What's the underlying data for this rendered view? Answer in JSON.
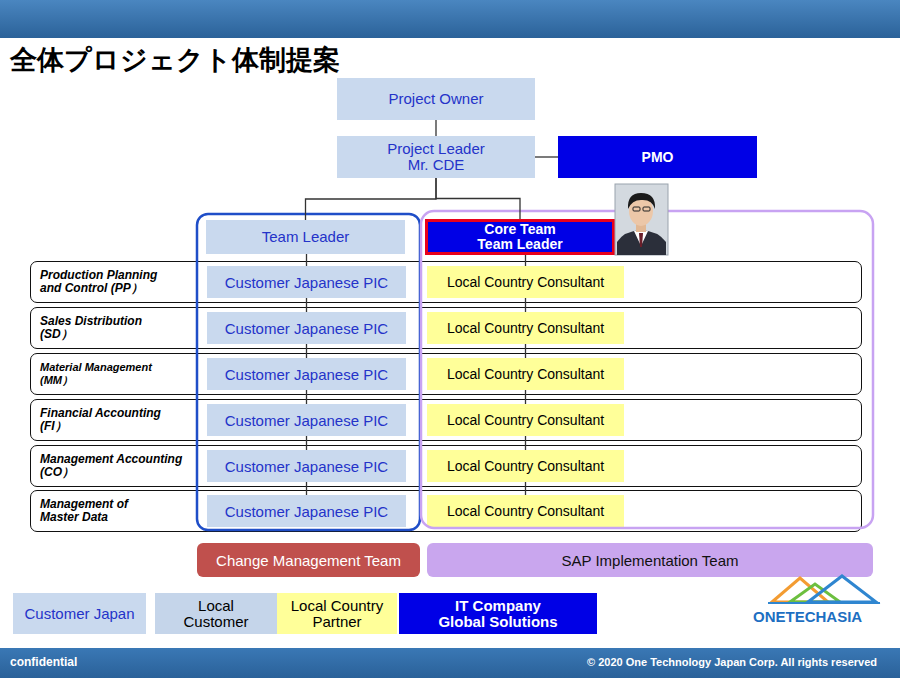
{
  "diagram": {
    "title": "全体プロジェクト体制提案",
    "nodes": [
      {
        "text": [
          "Project Owner"
        ]
      },
      {
        "text": [
          "Project Leader Mr. CDE"
        ]
      },
      {
        "text": [
          "PMO"
        ]
      },
      {
        "text": [
          "Team Leader"
        ]
      },
      {
        "text": [
          "Core Team Team Leader"
        ]
      },
      {
        "text": [
          "Production Planning and Control (PP）"
        ]
      },
      {
        "text": [
          "Customer Japanese PIC"
        ],
        "in": 5
      },
      {
        "text": [
          "Local Country Consultant"
        ],
        "in": 5
      },
      {
        "text": [
          "Sales Distribution (SD）"
        ]
      },
      {
        "text": [
          "Customer Japanese PIC"
        ],
        "in": 8
      },
      {
        "text": [
          "Local Country Consultant"
        ],
        "in": 8
      },
      {
        "text": [
          "Material Management (MM）"
        ]
      },
      {
        "text": [
          "Customer Japanese PIC"
        ],
        "in": 11
      },
      {
        "text": [
          "Local Country Consultant"
        ],
        "in": 11
      },
      {
        "text": [
          "Financial Accounting (FI）"
        ]
      },
      {
        "text": [
          "Customer Japanese PIC"
        ],
        "in": 14
      },
      {
        "text": [
          "Local Country Consultant"
        ],
        "in": 14
      },
      {
        "text": [
          "Management Accounting (CO）"
        ]
      },
      {
        "text": [
          "Customer Japanese PIC"
        ],
        "in": 17
      },
      {
        "text": [
          "Local Country Consultant"
        ],
        "in": 17
      },
      {
        "text": [
          "Management of Master Data"
        ]
      },
      {
        "text": [
          "Customer Japanese PIC"
        ],
        "in": 20
      },
      {
        "text": [
          "Local Country Consultant"
        ],
        "in": 20
      },
      {
        "text": [
          "Change Management Team"
        ]
      },
      {
        "text": [
          "SAP Implementation Team"
        ]
      }
    ],
    "edges": [
      {
        "from": 0,
        "to": 1,
        "arrow": "none"
      },
      {
        "from": 1,
        "to": 2,
        "arrow": "none"
      },
      {
        "from": 1,
        "to": 3,
        "arrow": "none"
      },
      {
        "from": 1,
        "to": 4,
        "arrow": "none"
      },
      {
        "from": 3,
        "to": 6,
        "arrow": "none"
      },
      {
        "from": 6,
        "to": 9,
        "arrow": "none"
      },
      {
        "from": 9,
        "to": 12,
        "arrow": "none"
      },
      {
        "from": 12,
        "to": 15,
        "arrow": "none"
      },
      {
        "from": 15,
        "to": 18,
        "arrow": "none"
      },
      {
        "from": 18,
        "to": 21,
        "arrow": "none"
      },
      {
        "from": 4,
        "to": 7,
        "arrow": "none"
      },
      {
        "from": 7,
        "to": 10,
        "arrow": "none"
      },
      {
        "from": 10,
        "to": 13,
        "arrow": "none"
      },
      {
        "from": 13,
        "to": 16,
        "arrow": "none"
      },
      {
        "from": 16,
        "to": 19,
        "arrow": "none"
      },
      {
        "from": 19,
        "to": 22,
        "arrow": "none"
      }
    ],
    "labels": [
      "confidential",
      "© 2020 One Technology Japan Corp. All rights reserved",
      "ONETECHASIA"
    ],
    "legend": [
      {
        "text": "Customer Japan",
        "color": "#c9d9ee"
      },
      {
        "text": "Local Customer",
        "color": "#c5d5ea"
      },
      {
        "text": "Local Country Partner",
        "color": "#ffff99"
      },
      {
        "text": "IT Company Global Solutions",
        "color": "#0000e6"
      }
    ]
  }
}
